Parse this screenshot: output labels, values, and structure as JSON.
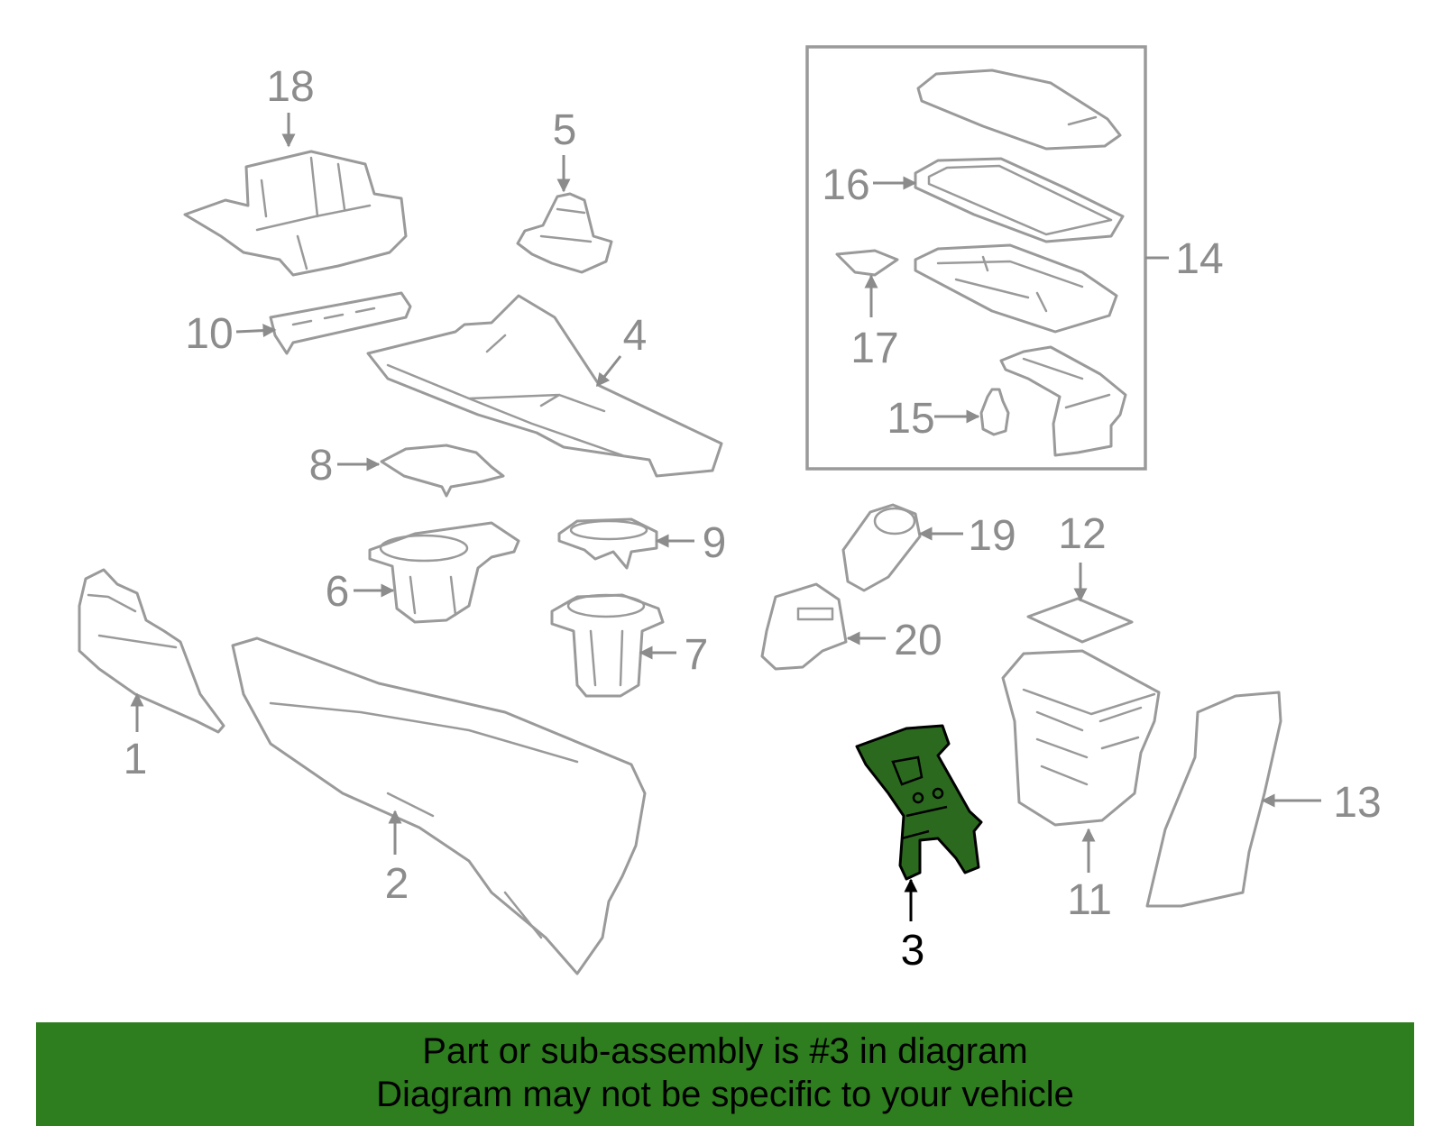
{
  "callouts": {
    "c1": "1",
    "c2": "2",
    "c3": "3",
    "c4": "4",
    "c5": "5",
    "c6": "6",
    "c7": "7",
    "c8": "8",
    "c9": "9",
    "c10": "10",
    "c11": "11",
    "c12": "12",
    "c13": "13",
    "c14": "14",
    "c15": "15",
    "c16": "16",
    "c17": "17",
    "c18": "18",
    "c19": "19",
    "c20": "20"
  },
  "highlighted_part": "3",
  "colors": {
    "highlight_fill": "#2b6a1e",
    "banner": "#2e7d1e",
    "line_art": "#9a9a9a"
  },
  "banner": {
    "line1": "Part or sub-assembly is #3 in diagram",
    "line2": "Diagram may not be specific to your vehicle"
  }
}
